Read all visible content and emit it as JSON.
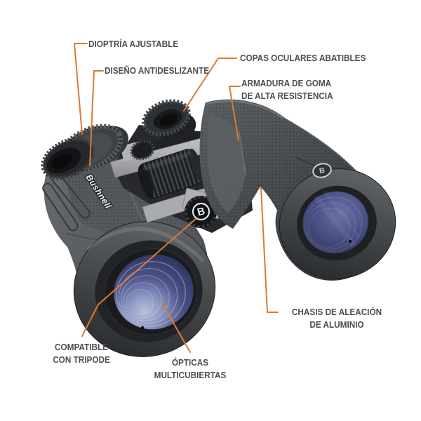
{
  "product": {
    "brand": "Bushnell",
    "logo_letter": "B"
  },
  "callouts": {
    "dioptria": {
      "label": "DIOPTRÍA AJUSTABLE"
    },
    "diseno": {
      "label": "DISEÑO ANTIDESLIZANTE"
    },
    "copas": {
      "label": "COPAS OCULARES ABATIBLES"
    },
    "armadura": {
      "line1": "ARMADURA DE GOMA",
      "line2": "DE ALTA RESISTENCIA"
    },
    "chasis": {
      "line1": "CHASIS DE ALEACIÓN",
      "line2": "DE ALUMINIO"
    },
    "tripode": {
      "line1": "COMPATIBLE",
      "line2": "CON TRIPODE"
    },
    "opticas": {
      "line1": "ÓPTICAS",
      "line2": "MULTICUBIERTAS"
    }
  },
  "colors": {
    "accent_orange": "#DD7A33",
    "label_text": "#4B4D4F",
    "body_gray": "#515458",
    "lens_blue": "#3A4170",
    "background": "#FFFFFF"
  }
}
